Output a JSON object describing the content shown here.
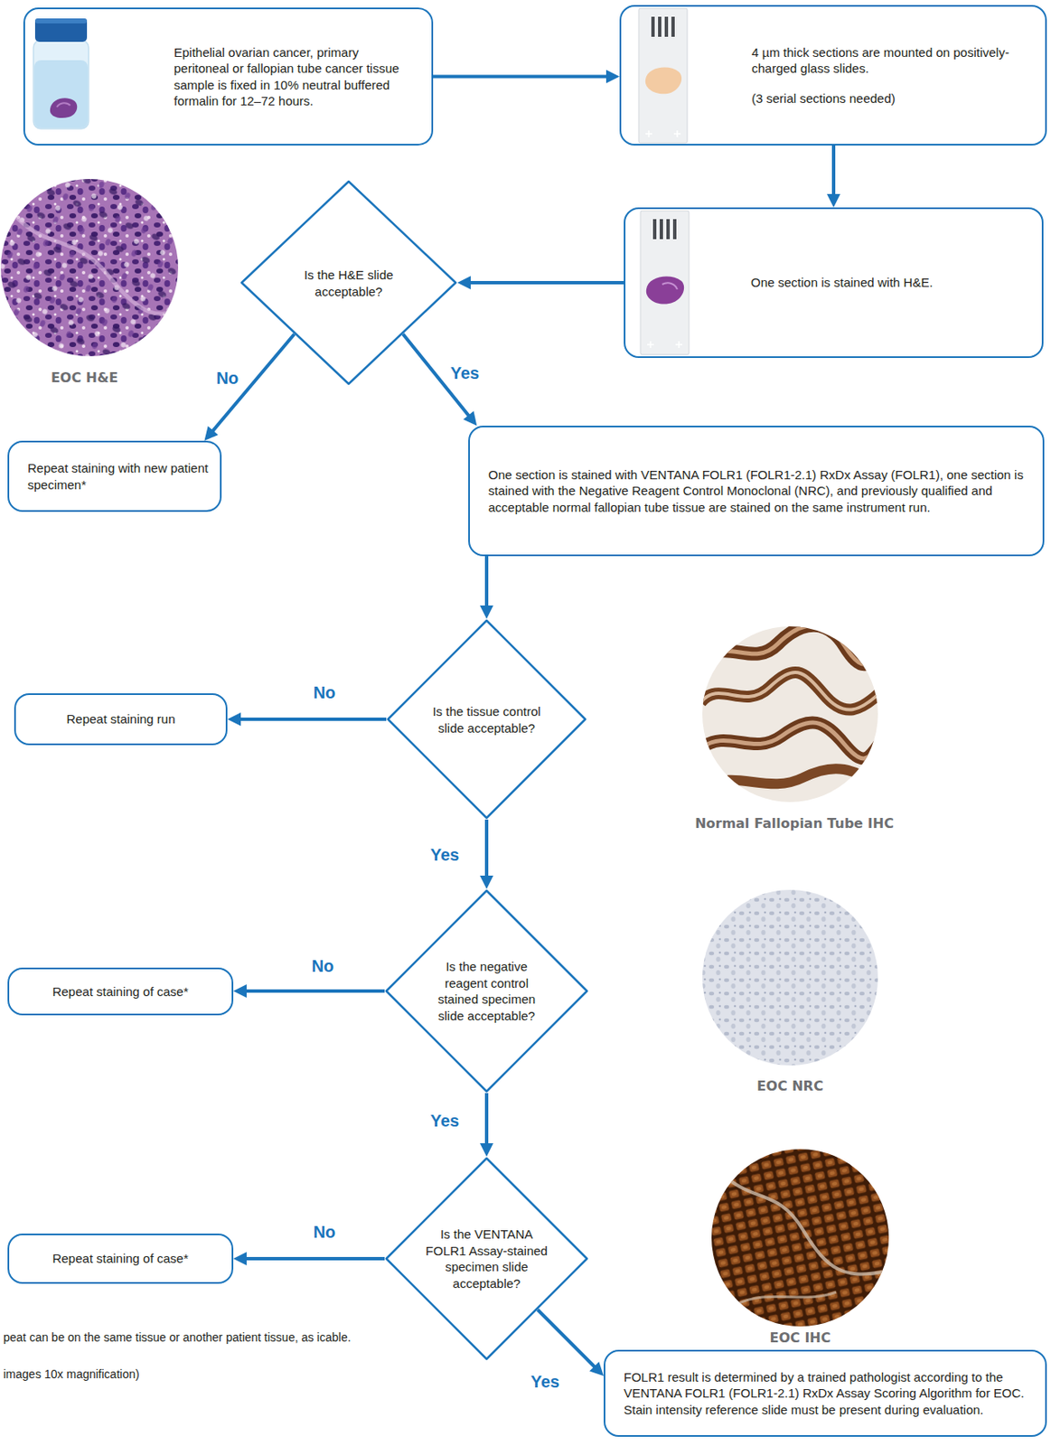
{
  "diagram": {
    "nodes": [
      {
        "text": [
          "Epithelial ovarian cancer, primary peritoneal or fallopian tube cancer tissue sample is fixed in 10% neutral buffered formalin for 12–72 hours."
        ]
      },
      {
        "text": [
          "4 µm thick sections are mounted on positively-charged glass slides.",
          "(3 serial sections needed)"
        ]
      },
      {
        "text": [
          "Is the H&E slide acceptable?"
        ]
      },
      {
        "text": [
          "One section is stained with H&E."
        ]
      },
      {
        "text": [
          "Repeat staining with new patient specimen*"
        ]
      },
      {
        "text": [
          "One section is stained with VENTANA FOLR1 (FOLR1-2.1) RxDx Assay (FOLR1), one section is stained with the Negative Reagent Control Monoclonal (NRC), and previously qualified and acceptable normal fallopian tube tissue are stained on the same instrument run."
        ]
      },
      {
        "text": [
          "Repeat staining run"
        ]
      },
      {
        "text": [
          "Is the tissue control slide acceptable?"
        ]
      },
      {
        "text": [
          "Repeat staining of case*"
        ]
      },
      {
        "text": [
          "Is the negative reagent control stained specimen slide acceptable?"
        ]
      },
      {
        "text": [
          "Repeat staining of case*"
        ]
      },
      {
        "text": [
          "Is the VENTANA FOLR1 Assay-stained specimen slide acceptable?"
        ]
      },
      {
        "text": [
          "FOLR1 result is determined by a trained pathologist according to the VENTANA FOLR1 (FOLR1-2.1) RxDx Assay Scoring Algorithm for EOC. Stain intensity reference slide must be present during evaluation."
        ]
      }
    ],
    "edges": [
      {
        "from": 0,
        "to": 1,
        "arrow": "to"
      },
      {
        "from": 1,
        "to": 3,
        "arrow": "to"
      },
      {
        "from": 3,
        "to": 2,
        "arrow": "to"
      },
      {
        "from": 2,
        "to": 4,
        "label": "No",
        "arrow": "to"
      },
      {
        "from": 2,
        "to": 5,
        "label": "Yes",
        "arrow": "to"
      },
      {
        "from": 5,
        "to": 7,
        "arrow": "to"
      },
      {
        "from": 7,
        "to": 6,
        "label": "No",
        "arrow": "to"
      },
      {
        "from": 7,
        "to": 9,
        "label": "Yes",
        "arrow": "to"
      },
      {
        "from": 9,
        "to": 8,
        "label": "No",
        "arrow": "to"
      },
      {
        "from": 9,
        "to": 11,
        "label": "Yes",
        "arrow": "to"
      },
      {
        "from": 11,
        "to": 10,
        "label": "No",
        "arrow": "to"
      },
      {
        "from": 11,
        "to": 12,
        "label": "Yes",
        "arrow": "to"
      }
    ],
    "labels": [
      "EOC H&E",
      "Normal Fallopian Tube IHC",
      "EOC NRC",
      "EOC IHC",
      "peat can be on the same tissue or another patient tissue, as icable.",
      "images 10x magnification)"
    ]
  }
}
